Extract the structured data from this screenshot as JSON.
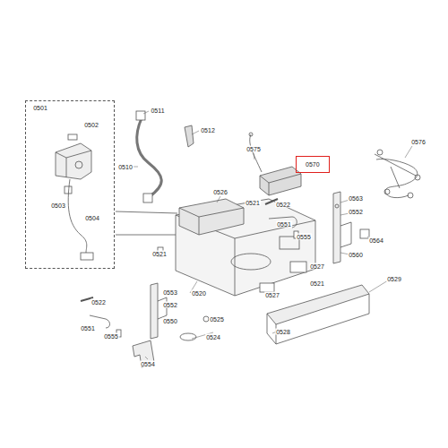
{
  "diagram": {
    "nodes": [
      {
        "text": [
          "0501",
          "0502",
          "0503",
          "0504"
        ]
      },
      {
        "text": [
          "0570"
        ]
      }
    ],
    "labels": [
      "0511",
      "0512",
      "0510",
      "0575",
      "0576",
      "0526",
      "0521",
      "0563",
      "0522",
      "0552",
      "0551",
      "0555",
      "0564",
      "0560",
      "0527",
      "0521",
      "0529",
      "0521",
      "0522",
      "0553",
      "0520",
      "0552",
      "0527",
      "0551",
      "0550",
      "0525",
      "0555",
      "0524",
      "0528",
      "0554"
    ]
  }
}
